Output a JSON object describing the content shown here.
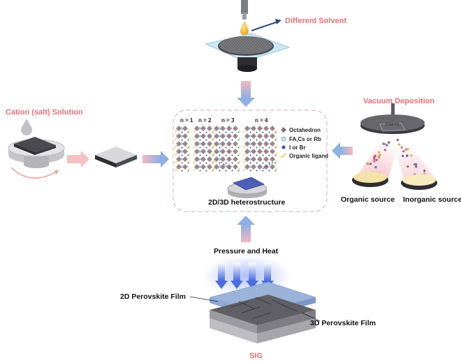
{
  "labels": {
    "different_solvent": "Different Solvent",
    "cation_solution": "Cation (salt) Solution",
    "vacuum_deposition": "Vacuum Deposition",
    "substrate": "ITO/FTO",
    "organic_source": "Organic source",
    "inorganic_source": "Inorganic source",
    "heterostructure": "2D/3D heterostructure",
    "pressure_heat": "Pressure and Heat",
    "film_2d": "2D Perovskite Film",
    "film_3d": "3D Perovskite Film",
    "sig": "SIG"
  },
  "phases": [
    "n = 1",
    "n = 2",
    "n = 3",
    "n = 4"
  ],
  "legend": [
    {
      "label": "Octahedron",
      "icon": "octahedron-icon",
      "color": "#8a6e76"
    },
    {
      "label": "FA,Cs or Rb",
      "icon": "circle-icon",
      "color": "#6fa0d8"
    },
    {
      "label": "I or Br",
      "icon": "dot-icon",
      "color": "#2d4fa8"
    },
    {
      "label": "Organic ligand",
      "icon": "ligand-icon",
      "color": "#d8cf5a"
    }
  ],
  "colors": {
    "accent_pink": "#e8707a",
    "arrow_blue": "#8fb0e3",
    "arrow_pink": "#f4b3b3"
  }
}
